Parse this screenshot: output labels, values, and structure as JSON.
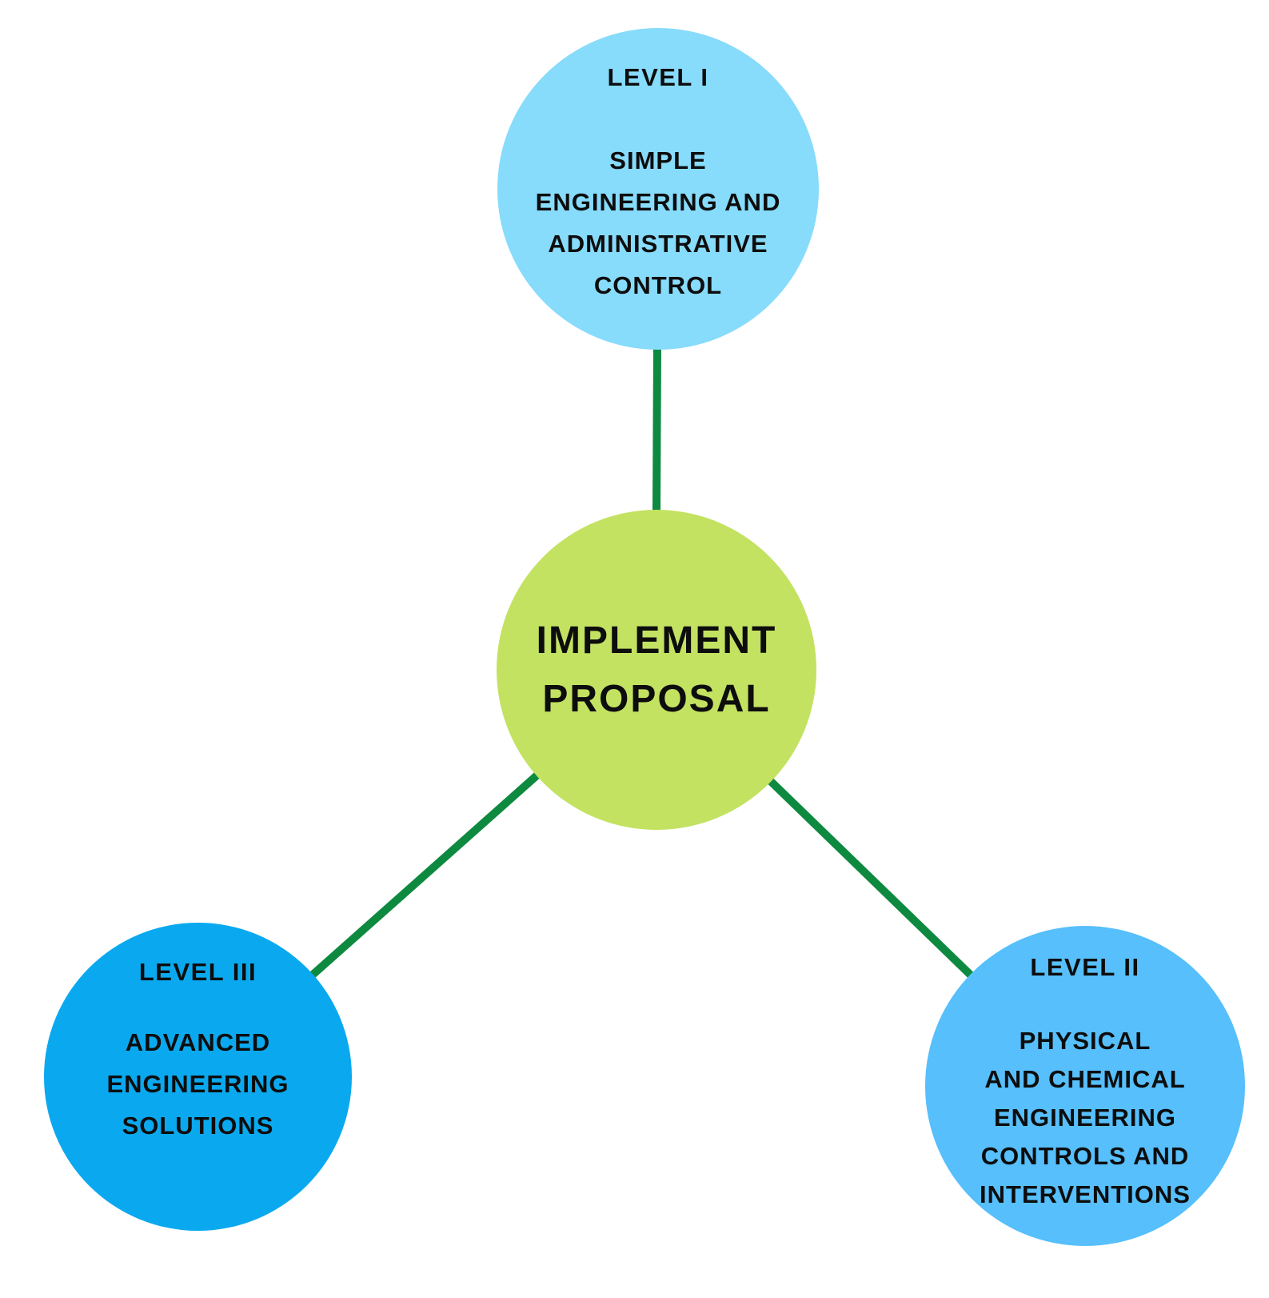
{
  "diagram": {
    "background_color": "#ffffff",
    "text_color": "#0d0d0d",
    "connector_color": "#0E8A40",
    "center": {
      "label_lines": [
        "IMPLEMENT",
        "PROPOSAL"
      ],
      "color": "#C3E261"
    },
    "top": {
      "title": "LEVEL I",
      "body_lines": [
        "SIMPLE",
        "ENGINEERING AND",
        "ADMINISTRATIVE",
        "CONTROL"
      ],
      "color": "#87DBFB"
    },
    "bottom_right": {
      "title": "LEVEL II",
      "body_lines": [
        "PHYSICAL",
        "AND CHEMICAL",
        "ENGINEERING",
        "CONTROLS AND",
        "INTERVENTIONS"
      ],
      "color": "#56BFFC"
    },
    "bottom_left": {
      "title": "LEVEL III",
      "body_lines": [
        "ADVANCED",
        "ENGINEERING",
        "SOLUTIONS"
      ],
      "color": "#0AA9EF"
    }
  }
}
